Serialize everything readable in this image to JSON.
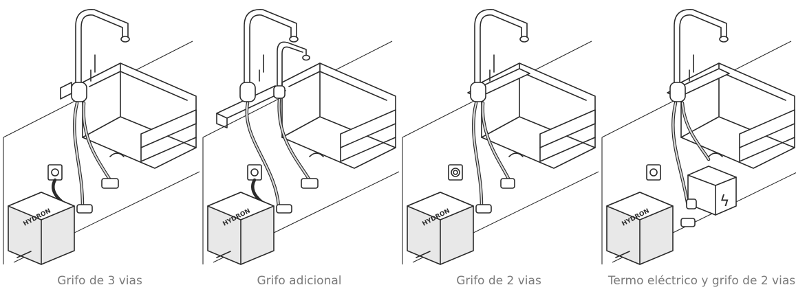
{
  "panels": [
    {
      "caption": "Grifo de 3 vias",
      "has_second_tap": false,
      "has_heater": false,
      "icon": "three-way-tap-installation"
    },
    {
      "caption": "Grifo adicional",
      "has_second_tap": true,
      "has_heater": false,
      "icon": "additional-tap-installation"
    },
    {
      "caption": "Grifo de 2 vias",
      "has_second_tap": false,
      "has_heater": false,
      "icon": "two-way-tap-installation"
    },
    {
      "caption": "Termo eléctrico y grifo de 2 vias",
      "has_second_tap": false,
      "has_heater": true,
      "icon": "electric-heater-installation"
    }
  ],
  "unit_brand": "HYDRON",
  "heater_symbol": "ϟ"
}
